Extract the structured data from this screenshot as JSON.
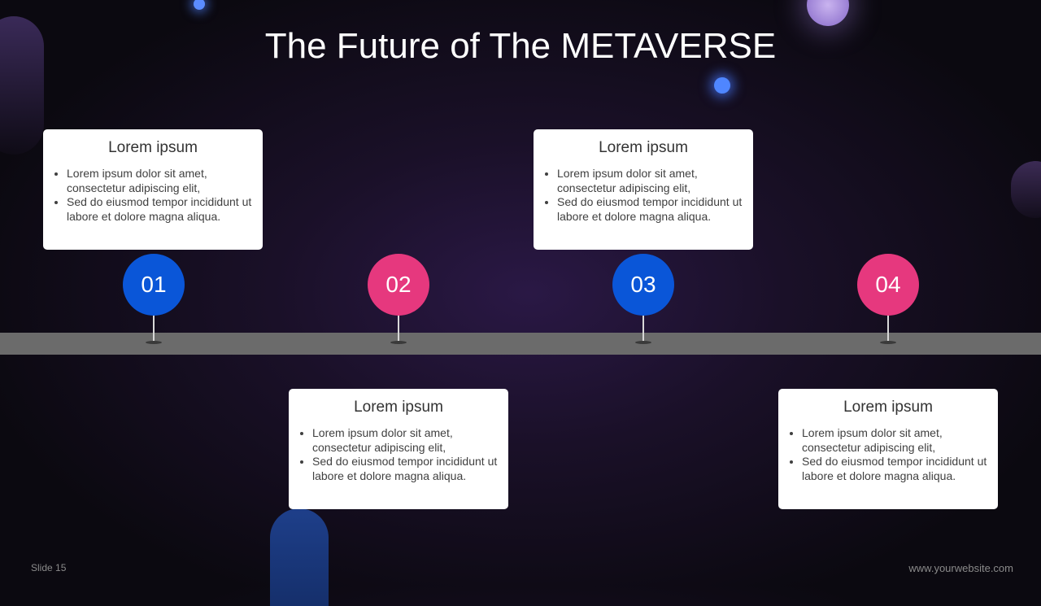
{
  "slide": {
    "title": "The Future of The METAVERSE",
    "slide_number": "Slide 15",
    "website": "www.yourwebsite.com"
  },
  "colors": {
    "blue_marker": "#0a56d8",
    "pink_marker": "#e6387e",
    "track": "#6b6b6b",
    "card_bg": "#ffffff"
  },
  "timeline": [
    {
      "number": "01",
      "title": "Lorem ipsum",
      "bullets": [
        "Lorem ipsum dolor sit amet, consectetur adipiscing elit,",
        "Sed do eiusmod tempor incididunt ut labore et dolore magna aliqua."
      ]
    },
    {
      "number": "02",
      "title": "Lorem ipsum",
      "bullets": [
        "Lorem ipsum dolor sit amet, consectetur adipiscing elit,",
        "Sed do eiusmod tempor incididunt ut labore et dolore magna aliqua."
      ]
    },
    {
      "number": "03",
      "title": "Lorem ipsum",
      "bullets": [
        "Lorem ipsum dolor sit amet, consectetur adipiscing elit,",
        "Sed do eiusmod tempor incididunt ut labore et dolore magna aliqua."
      ]
    },
    {
      "number": "04",
      "title": "Lorem ipsum",
      "bullets": [
        "Lorem ipsum dolor sit amet, consectetur adipiscing elit,",
        "Sed do eiusmod tempor incididunt ut labore et dolore magna aliqua."
      ]
    }
  ]
}
